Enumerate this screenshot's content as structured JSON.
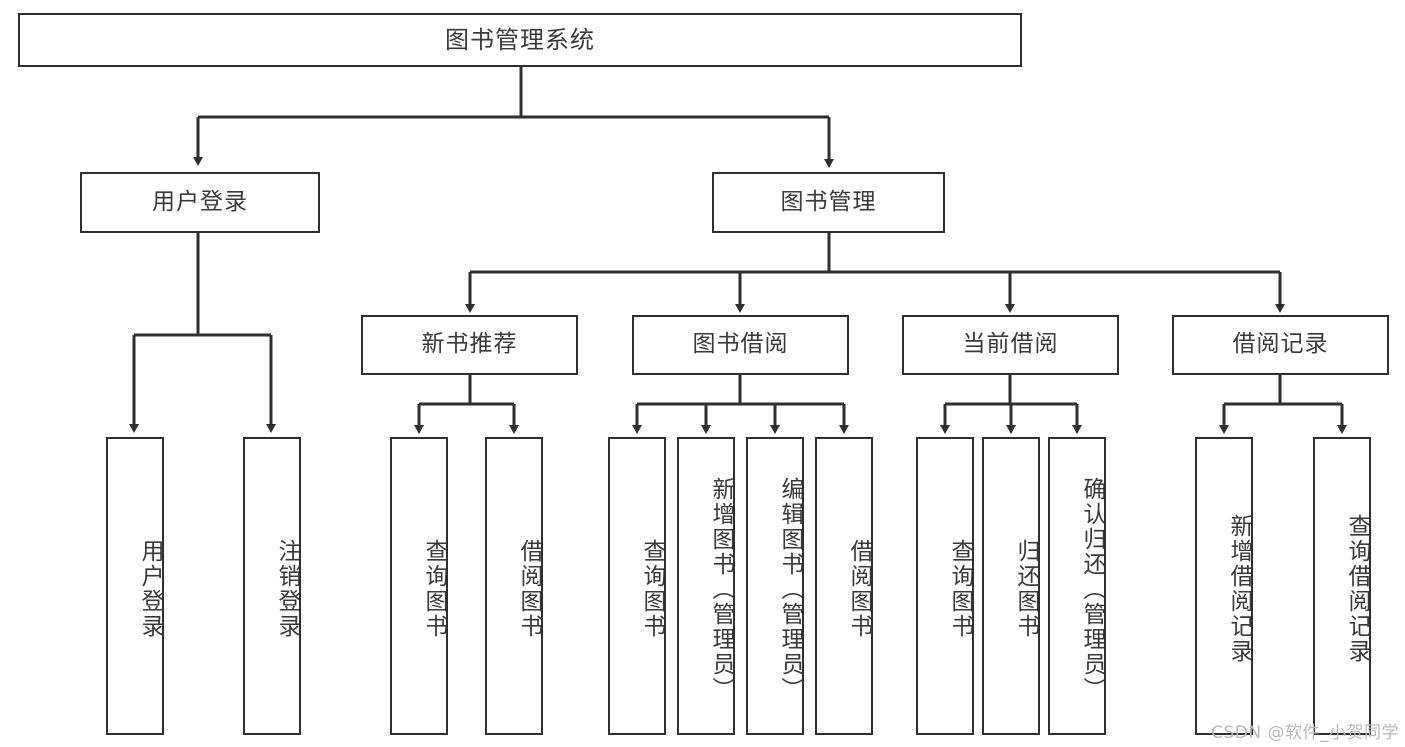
{
  "diagram": {
    "type": "tree-hierarchy",
    "title": "图书管理系统",
    "colors": {
      "stroke": "#2f2f2f",
      "text": "#3a3a3a",
      "background": "#ffffff",
      "watermark": "#b9b9b9"
    },
    "root": {
      "label": "图书管理系统"
    },
    "level2": [
      {
        "label": "用户登录"
      },
      {
        "label": "图书管理"
      }
    ],
    "level3": [
      {
        "label": "新书推荐"
      },
      {
        "label": "图书借阅"
      },
      {
        "label": "当前借阅"
      },
      {
        "label": "借阅记录"
      }
    ],
    "leaves": {
      "user_login": [
        {
          "label": "用户登录"
        },
        {
          "label": "注销登录"
        }
      ],
      "new_book": [
        {
          "label": "查询图书"
        },
        {
          "label": "借阅图书"
        }
      ],
      "book_borrow": [
        {
          "label": "查询图书"
        },
        {
          "label": "新增图书（管理员）"
        },
        {
          "label": "编辑图书（管理员）"
        },
        {
          "label": "借阅图书"
        }
      ],
      "current_borrow": [
        {
          "label": "查询图书"
        },
        {
          "label": "归还图书"
        },
        {
          "label": "确认归还（管理员）"
        }
      ],
      "borrow_record": [
        {
          "label": "新增借阅记录"
        },
        {
          "label": "查询借阅记录"
        }
      ]
    },
    "watermark": "CSDN @软件_小贺同学"
  }
}
